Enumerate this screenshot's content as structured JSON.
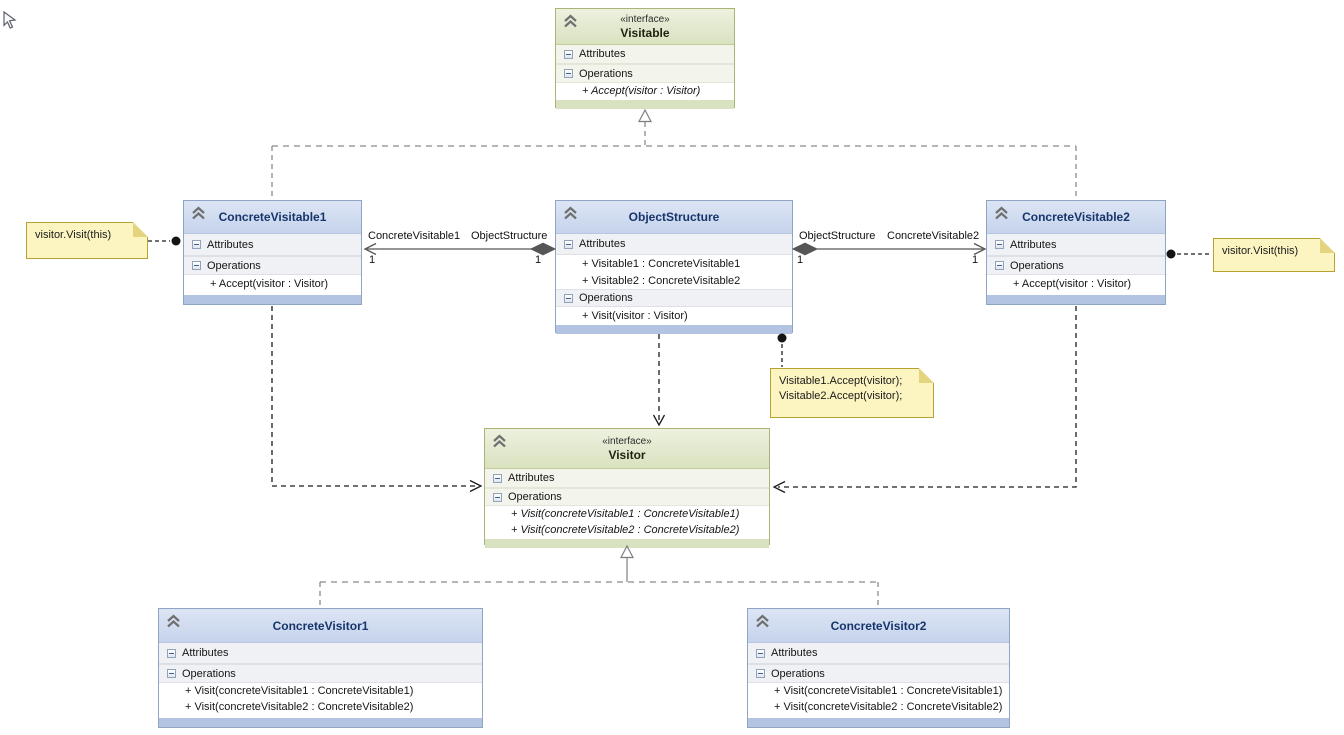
{
  "labels": {
    "attributes": "Attributes",
    "operations": "Operations"
  },
  "classes": {
    "visitable": {
      "stereotype": "«interface»",
      "name": "Visitable",
      "operations": [
        "+ Accept(visitor : Visitor)"
      ]
    },
    "concreteVisitable1": {
      "name": "ConcreteVisitable1",
      "operations": [
        "+ Accept(visitor : Visitor)"
      ]
    },
    "objectStructure": {
      "name": "ObjectStructure",
      "attributes": [
        "+ Visitable1 : ConcreteVisitable1",
        "+ Visitable2 : ConcreteVisitable2"
      ],
      "operations": [
        "+ Visit(visitor : Visitor)"
      ]
    },
    "concreteVisitable2": {
      "name": "ConcreteVisitable2",
      "operations": [
        "+ Accept(visitor : Visitor)"
      ]
    },
    "visitor": {
      "stereotype": "«interface»",
      "name": "Visitor",
      "operations": [
        "+ Visit(concreteVisitable1 : ConcreteVisitable1)",
        "+ Visit(concreteVisitable2 : ConcreteVisitable2)"
      ]
    },
    "concreteVisitor1": {
      "name": "ConcreteVisitor1",
      "operations": [
        "+ Visit(concreteVisitable1 : ConcreteVisitable1)",
        "+ Visit(concreteVisitable2 : ConcreteVisitable2)"
      ]
    },
    "concreteVisitor2": {
      "name": "ConcreteVisitor2",
      "operations": [
        "+ Visit(concreteVisitable1 : ConcreteVisitable1)",
        "+ Visit(concreteVisitable2 : ConcreteVisitable2)"
      ]
    }
  },
  "notes": {
    "left": {
      "text": "visitor.Visit(this)"
    },
    "right": {
      "text": "visitor.Visit(this)"
    },
    "center": {
      "line1": "Visitable1.Accept(visitor);",
      "line2": "Visitable2.Accept(visitor);"
    }
  },
  "associations": {
    "left": {
      "source_role": "ConcreteVisitable1",
      "target_role": "ObjectStructure",
      "source_mult": "1",
      "target_mult": "1"
    },
    "right": {
      "source_role": "ObjectStructure",
      "target_role": "ConcreteVisitable2",
      "source_mult": "1",
      "target_mult": "1"
    }
  },
  "icons": {
    "header_collapse": "chevron-double-up",
    "section_toggle": "minus-box"
  },
  "colors": {
    "class_header_blue": "#c5d3ec",
    "class_border_blue": "#8fa5c6",
    "interface_header_green": "#d9e2c0",
    "interface_border_green": "#abb475",
    "note_fill": "#fcf5c2",
    "note_border": "#b7a133",
    "connector_gray": "#8a8a8a",
    "connector_black": "#1c1c1c"
  }
}
